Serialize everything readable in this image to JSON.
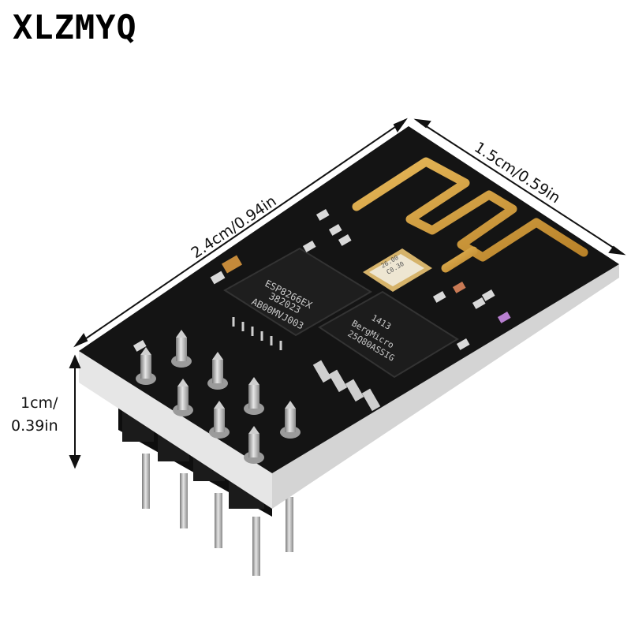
{
  "brand": {
    "name": "XLZMYQ"
  },
  "dimensions": {
    "length": "2.4cm/0.94in",
    "width": "1.5cm/0.59in",
    "height_line1": "1cm/",
    "height_line2": "0.39in"
  },
  "chips": {
    "soc": {
      "line1": "ESP8266EX",
      "line2": "382023",
      "line3": "AB00MVJ003"
    },
    "flash": {
      "line1": "BergMicro",
      "line2": "25Q80ASSIG",
      "line3": "1413"
    },
    "crystal": {
      "line1": "26.00",
      "line2": "C0.30"
    }
  },
  "colors": {
    "pcb": "#141414",
    "antenna": "#d9a441",
    "pin": "#b9b9b9",
    "header": "#1b1b1b"
  }
}
